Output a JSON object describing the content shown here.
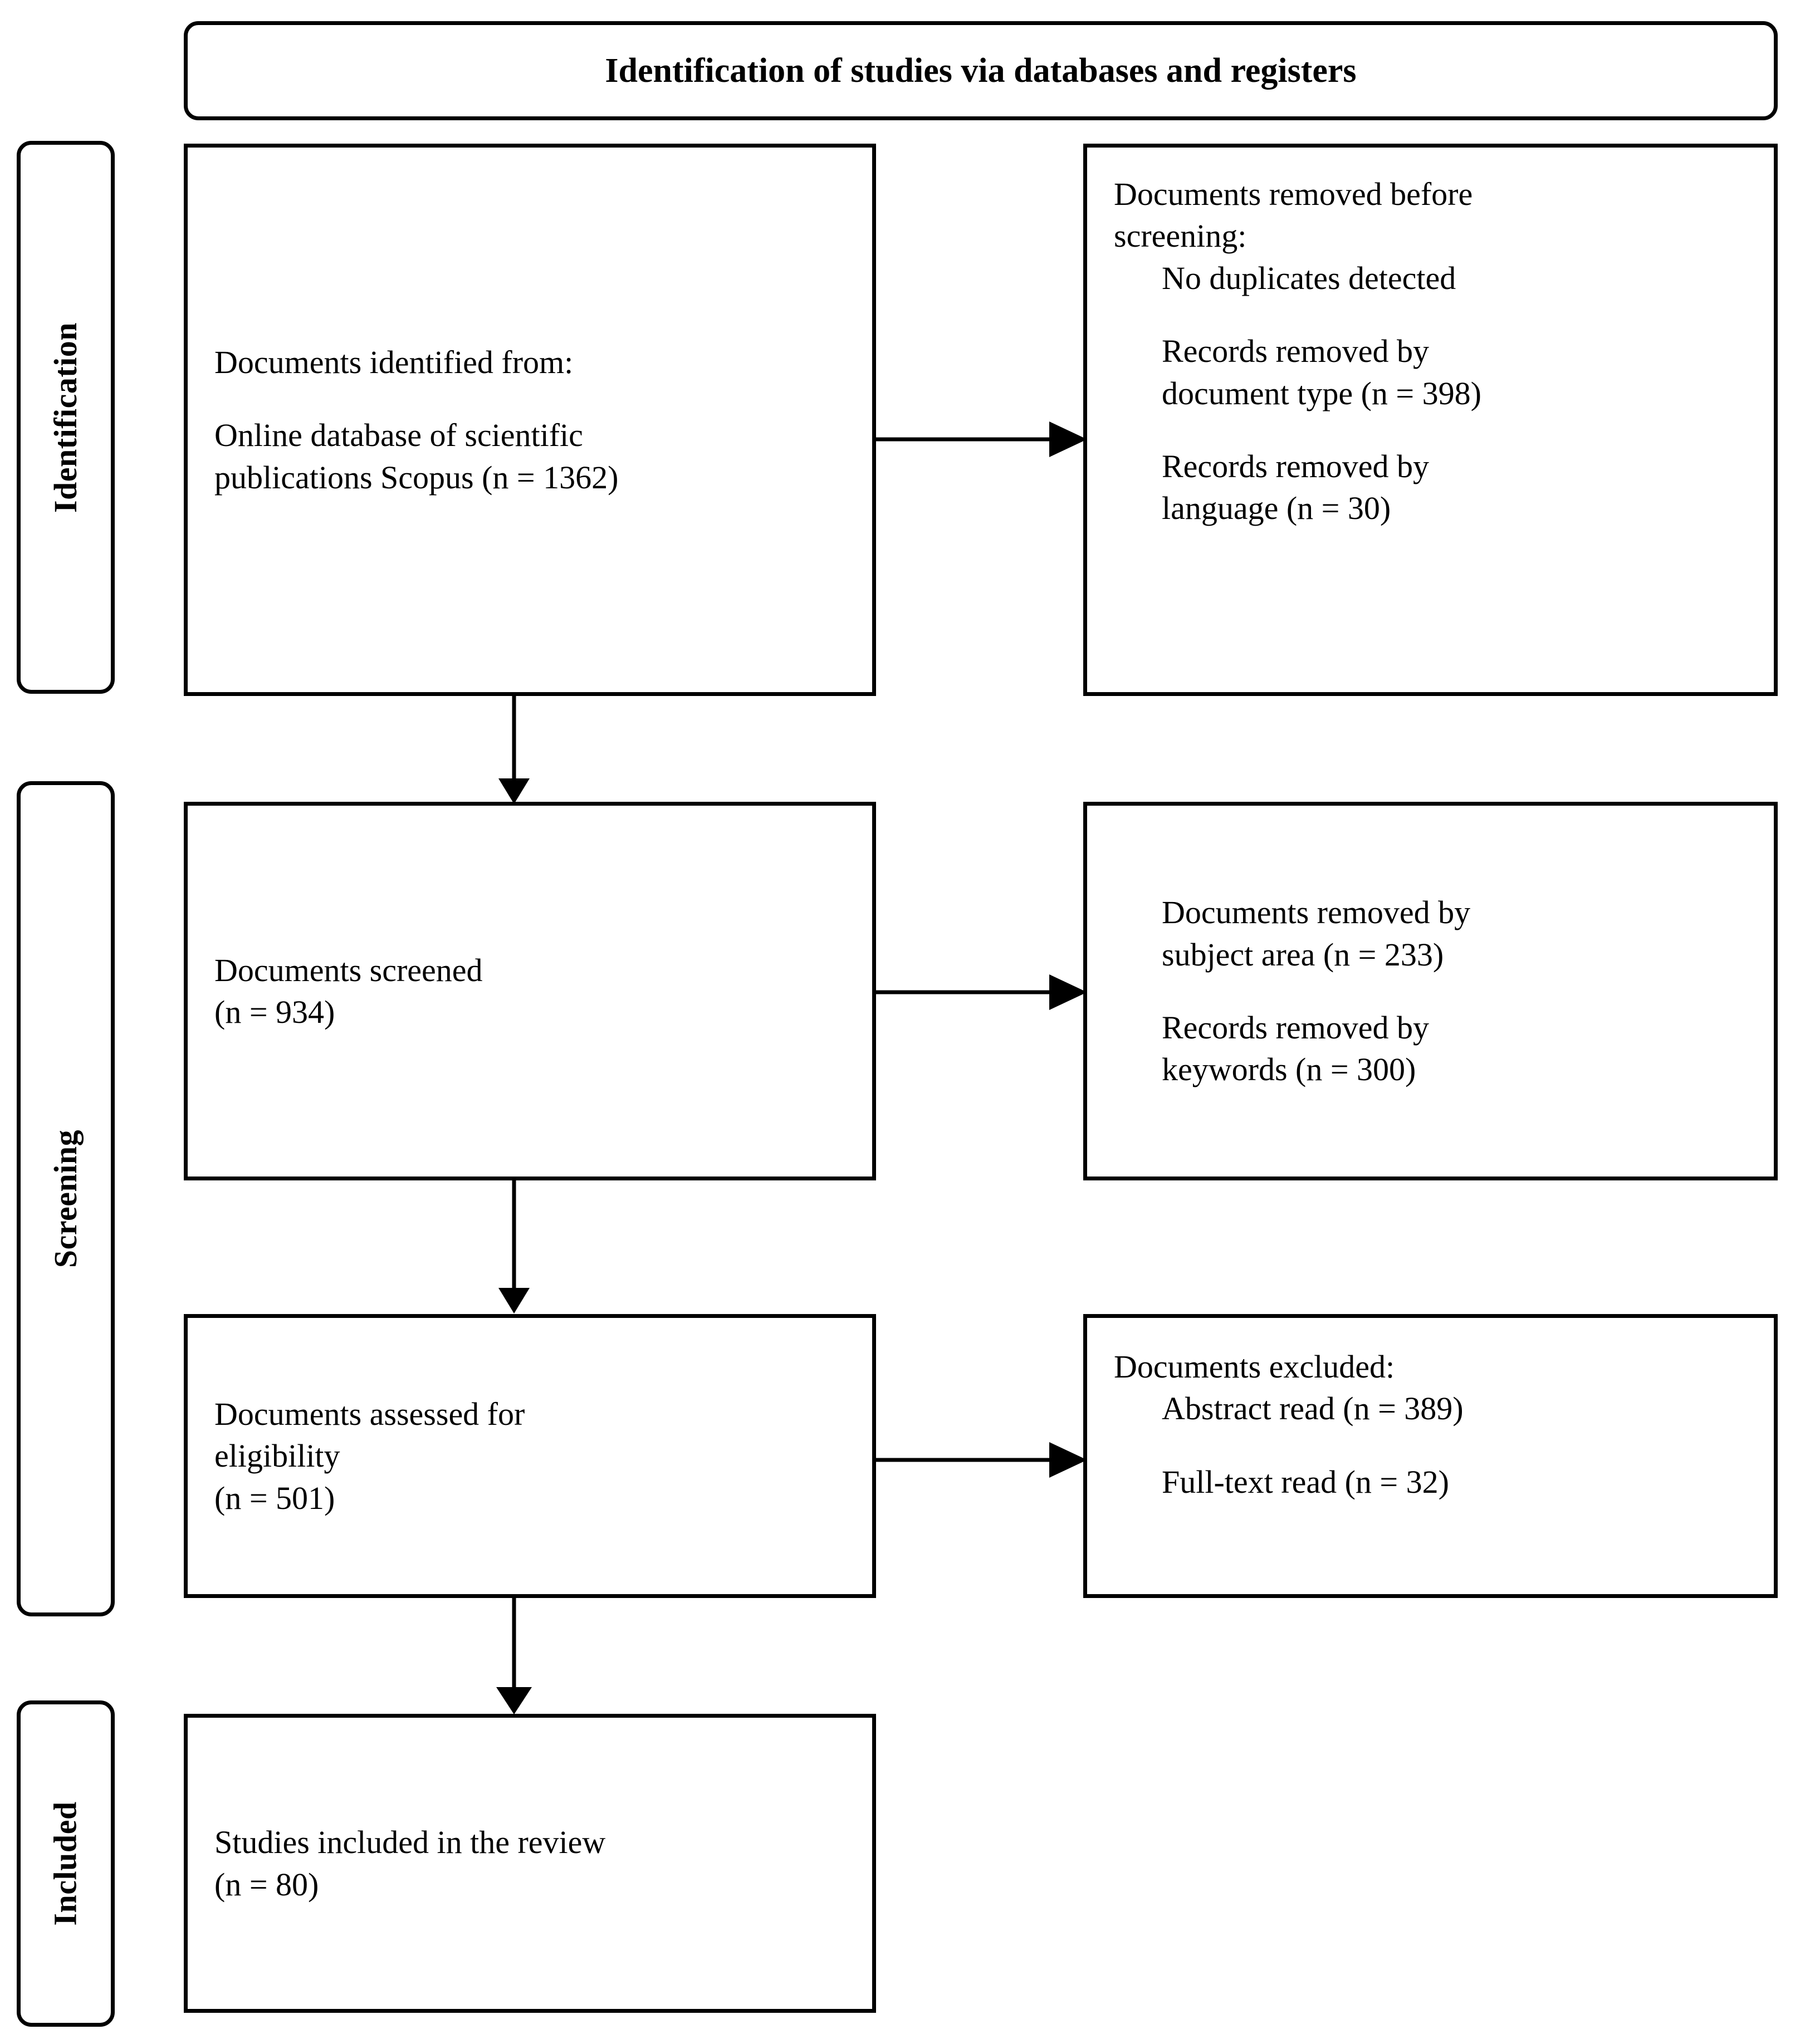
{
  "title": {
    "text": "Identification of studies via databases and registers"
  },
  "stages": [
    {
      "id": "identification",
      "label": "Identification"
    },
    {
      "id": "screening",
      "label": "Screening"
    },
    {
      "id": "included",
      "label": "Included"
    }
  ],
  "boxes": {
    "identified": {
      "lines": [
        "Documents identified from:",
        "Online database of scientific",
        "publications Scopus (n = 1362)"
      ]
    },
    "removed_before_screening": {
      "lines": [
        "Documents removed before",
        "screening:",
        "No duplicates detected",
        "Records removed by",
        "document type (n = 398)",
        "Records removed by",
        "language (n = 30)"
      ]
    },
    "screened": {
      "lines": [
        "Documents screened",
        "(n = 934)"
      ]
    },
    "removed_screening": {
      "lines": [
        "Documents removed by",
        "subject area (n = 233)",
        "Records removed by",
        "keywords (n = 300)"
      ]
    },
    "eligibility": {
      "lines": [
        "Documents assessed for",
        "eligibility",
        "(n = 501)"
      ]
    },
    "excluded": {
      "lines": [
        "Documents excluded:",
        "Abstract read (n = 389)",
        "Full-text read (n = 32)"
      ]
    },
    "included_studies": {
      "lines": [
        "Studies included in the review",
        "(n = 80)"
      ]
    }
  },
  "colors": {
    "border": "#000000",
    "background": "#ffffff",
    "text": "#000000"
  }
}
